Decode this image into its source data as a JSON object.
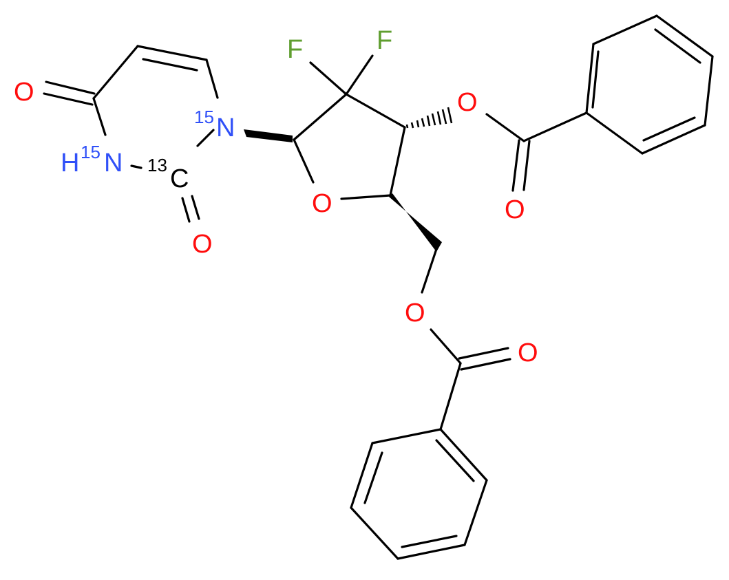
{
  "molecule": {
    "description": "2'-deoxy-2',2'-difluoro-3',5'-di-O-benzoyl uridine, isotopically labelled",
    "colors": {
      "bond": "#000000",
      "oxygen": "#ff0d0d",
      "nitrogen": "#3050f8",
      "fluorine": "#5f9e2f",
      "carbon_label": "#000000"
    },
    "atoms": {
      "o_uracil_c4": "O",
      "n1": "N",
      "n1_isotope": "15",
      "n3": "N",
      "n3_h": "H",
      "n3_isotope": "15",
      "c2": "C",
      "c2_isotope": "13",
      "o_uracil_c2": "O",
      "f_left": "F",
      "f_right": "F",
      "o_ring": "O",
      "o_3ester": "O",
      "o_3carbonyl": "O",
      "o_5ester": "O",
      "o_5carbonyl": "O"
    }
  }
}
